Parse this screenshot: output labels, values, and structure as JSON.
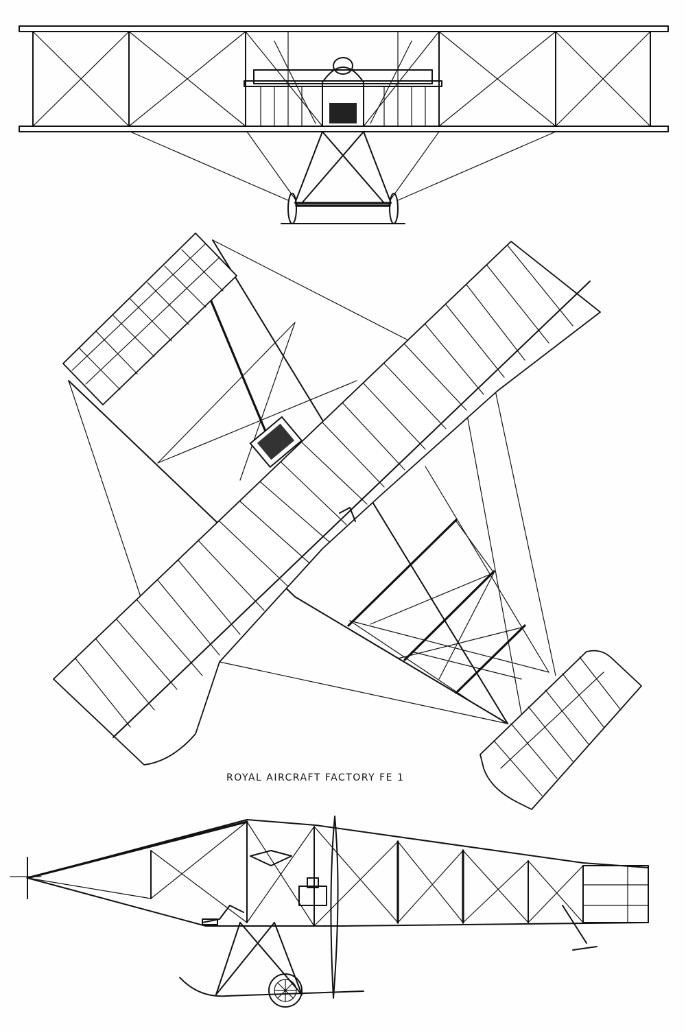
{
  "drawing": {
    "caption": "ROYAL AIRCRAFT FACTORY FE 1",
    "views": [
      "front-view",
      "plan-view",
      "side-view"
    ],
    "line_color": "#111111",
    "background_color": "#fefefe"
  }
}
